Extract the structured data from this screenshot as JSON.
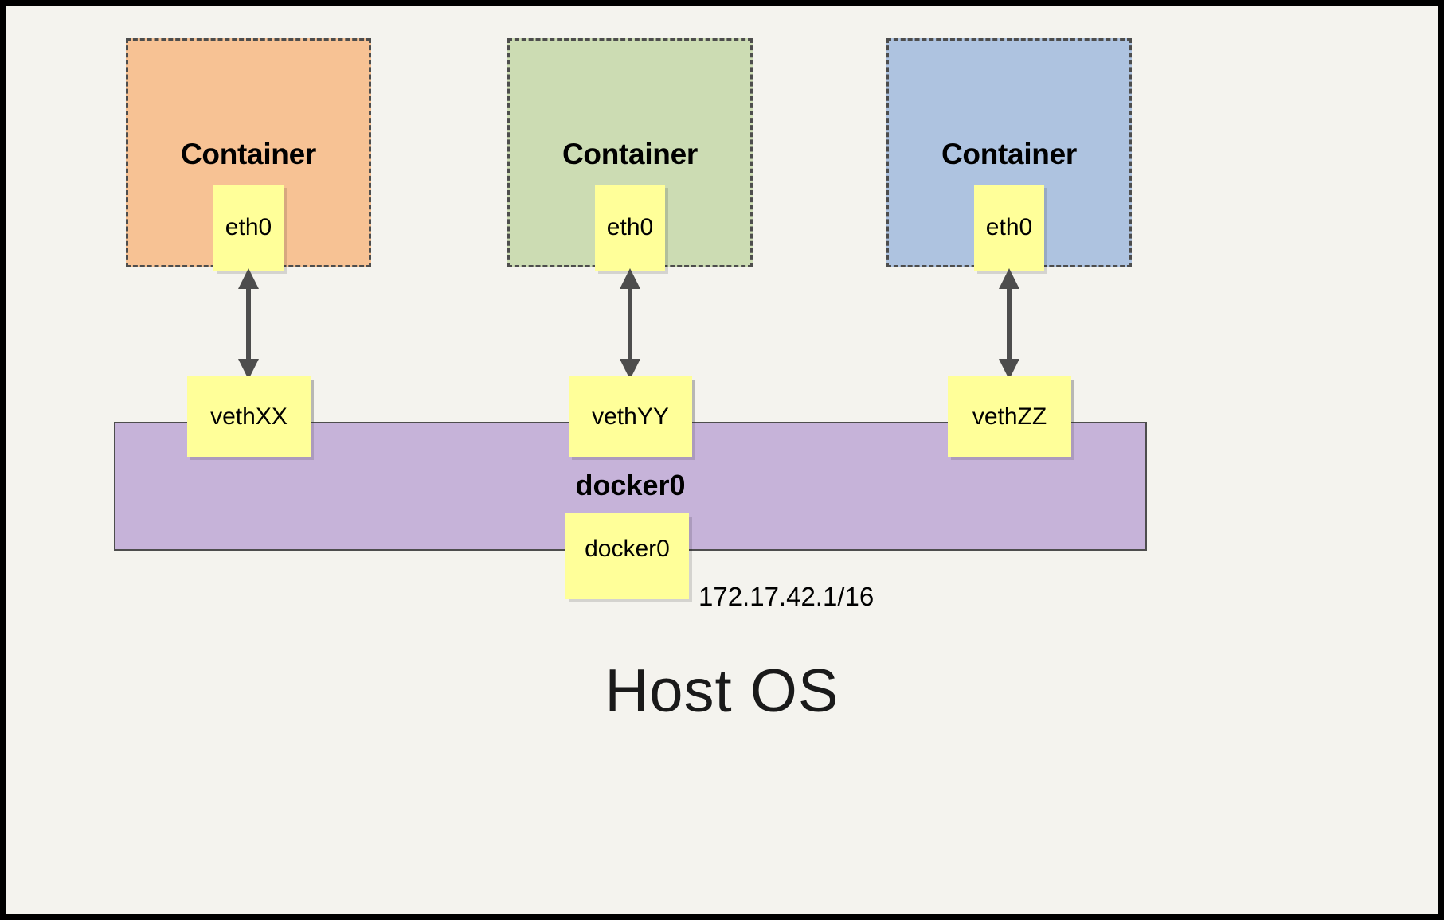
{
  "diagram": {
    "title_bottom": "Host OS",
    "bridge": {
      "name_label": "docker0",
      "interface_box_label": "docker0",
      "ip_label": "172.17.42.1/16",
      "color": "#c6b3d9"
    },
    "containers": [
      {
        "title": "Container",
        "eth_label": "eth0",
        "veth_label": "vethXX",
        "color": "#f7c294"
      },
      {
        "title": "Container",
        "eth_label": "eth0",
        "veth_label": "vethYY",
        "color": "#ccdcb3"
      },
      {
        "title": "Container",
        "eth_label": "eth0",
        "veth_label": "vethZZ",
        "color": "#aec3e0"
      }
    ],
    "colors": {
      "background": "#f4f3ee",
      "border": "#000000",
      "node_fill": "#ffff99",
      "stroke": "#4d4d4d",
      "container_orange": "#f7c294",
      "container_green": "#ccdcb3",
      "container_blue": "#aec3e0",
      "bridge_purple": "#c6b3d9"
    }
  }
}
